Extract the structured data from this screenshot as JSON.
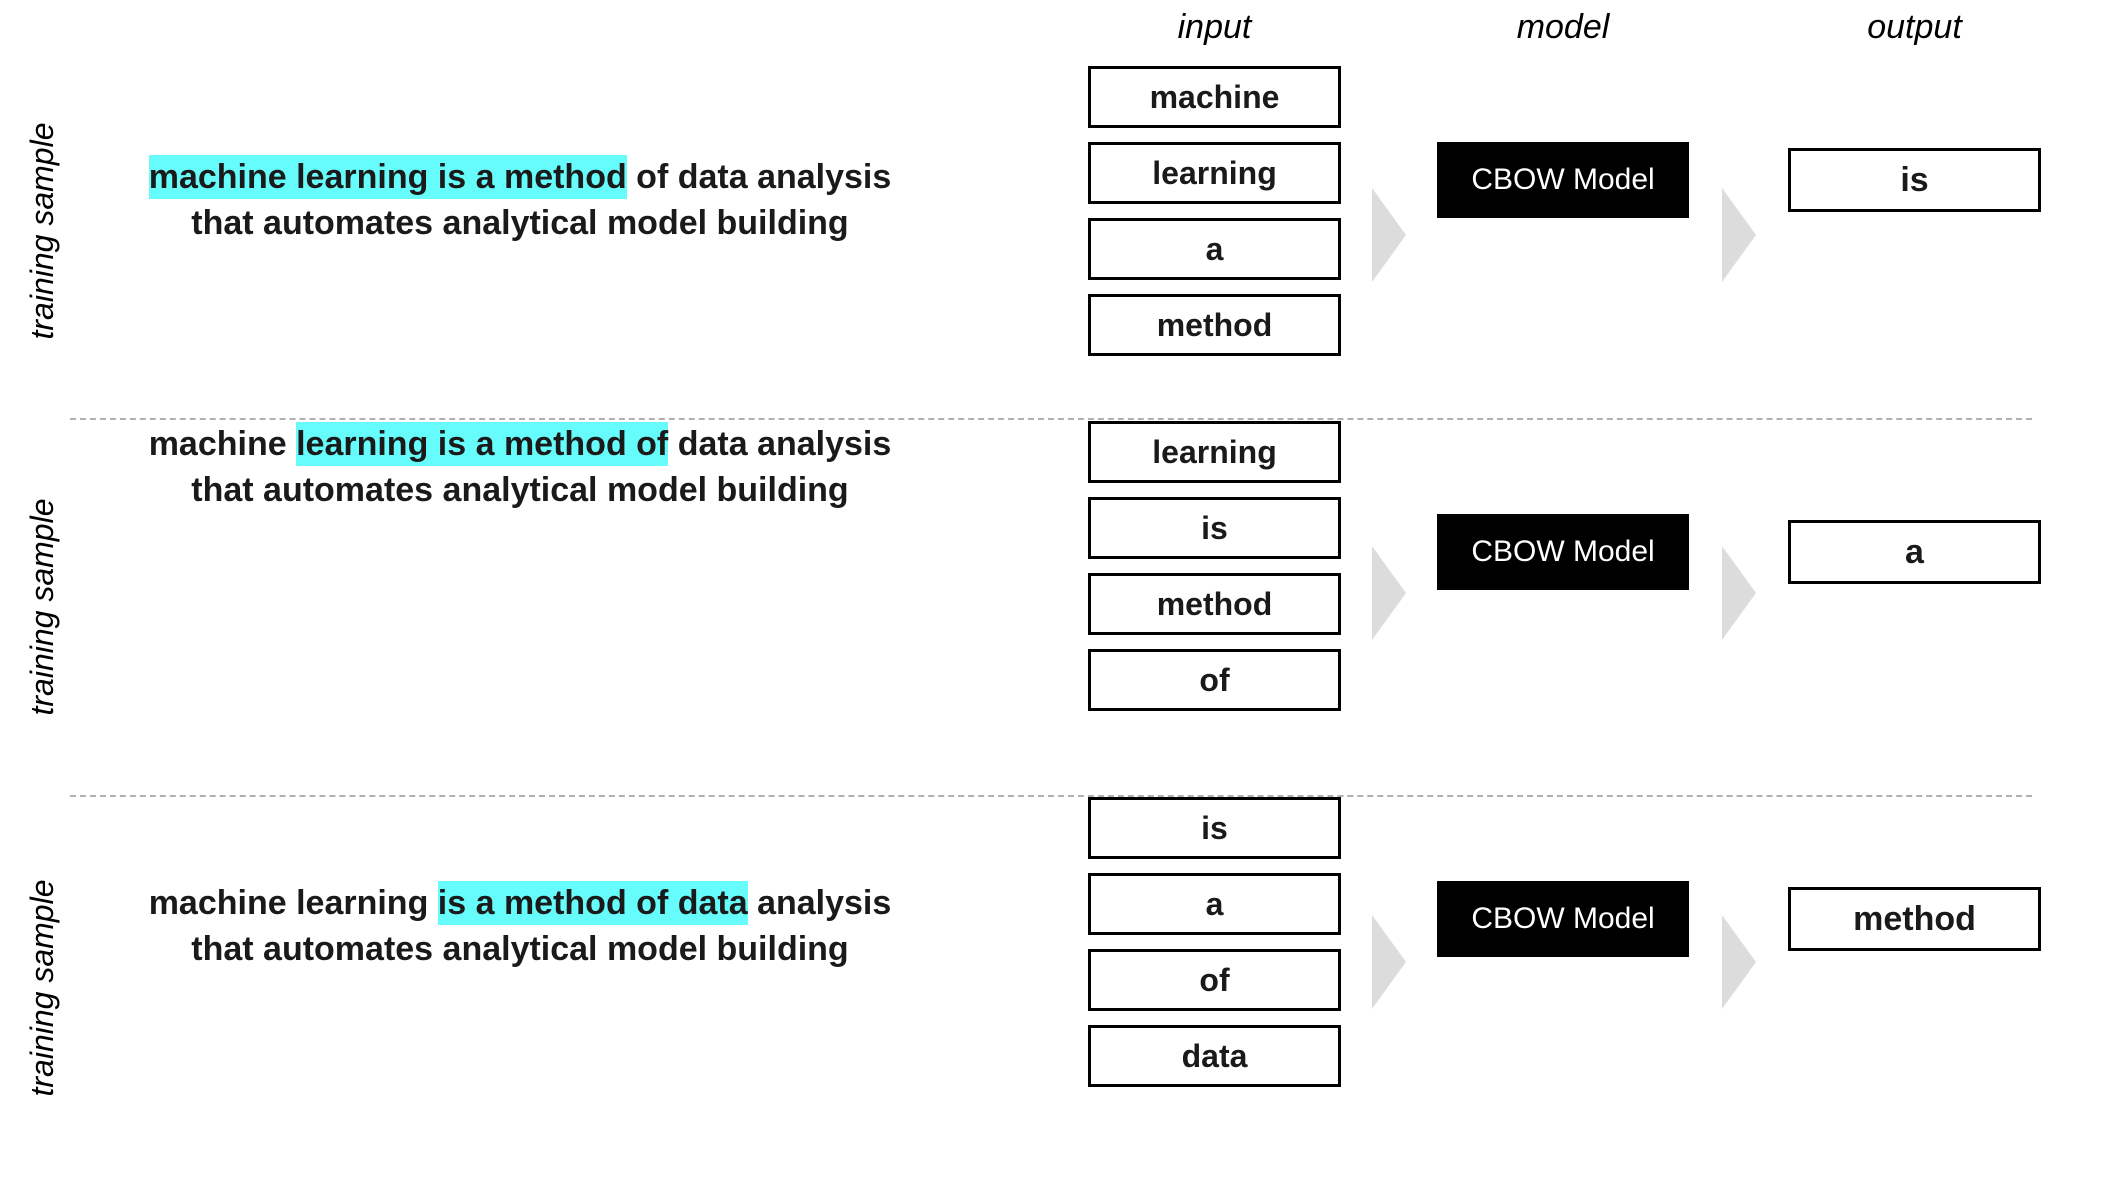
{
  "headers": {
    "input": "input",
    "model": "model",
    "output": "output"
  },
  "row_label": "training sample",
  "colors": {
    "highlight": "#66FCFC",
    "model_box_bg": "#000000",
    "model_box_text": "#FFFFFF",
    "arrow": "#DCDCDC",
    "divider": "#B0B0B0",
    "box_border": "#000000",
    "text": "#1A1A1A"
  },
  "rows": [
    {
      "label": "training sample",
      "sentence": {
        "prefix": "",
        "highlighted": "machine learning is a method",
        "suffix": " of data analysis",
        "line2": "that automates analytical model building",
        "full": "machine learning is a method of data analysis that automates analytical model building"
      },
      "inputs": [
        "machine",
        "learning",
        "a",
        "method"
      ],
      "model": "CBOW Model",
      "output": "is"
    },
    {
      "label": "training sample",
      "sentence": {
        "prefix": "machine ",
        "highlighted": "learning is a method of",
        "suffix": " data analysis",
        "line2": "that automates analytical model building",
        "full": "machine learning is a method of data analysis that automates analytical model building"
      },
      "inputs": [
        "learning",
        "is",
        "method",
        "of"
      ],
      "model": "CBOW Model",
      "output": "a"
    },
    {
      "label": "training sample",
      "sentence": {
        "prefix": "machine learning ",
        "highlighted": "is a method of data",
        "suffix": " analysis",
        "line2": "that automates analytical model building",
        "full": "machine learning is a method of data analysis that automates analytical model building"
      },
      "inputs": [
        "is",
        "a",
        "of",
        "data"
      ],
      "model": "CBOW Model",
      "output": "method"
    }
  ]
}
